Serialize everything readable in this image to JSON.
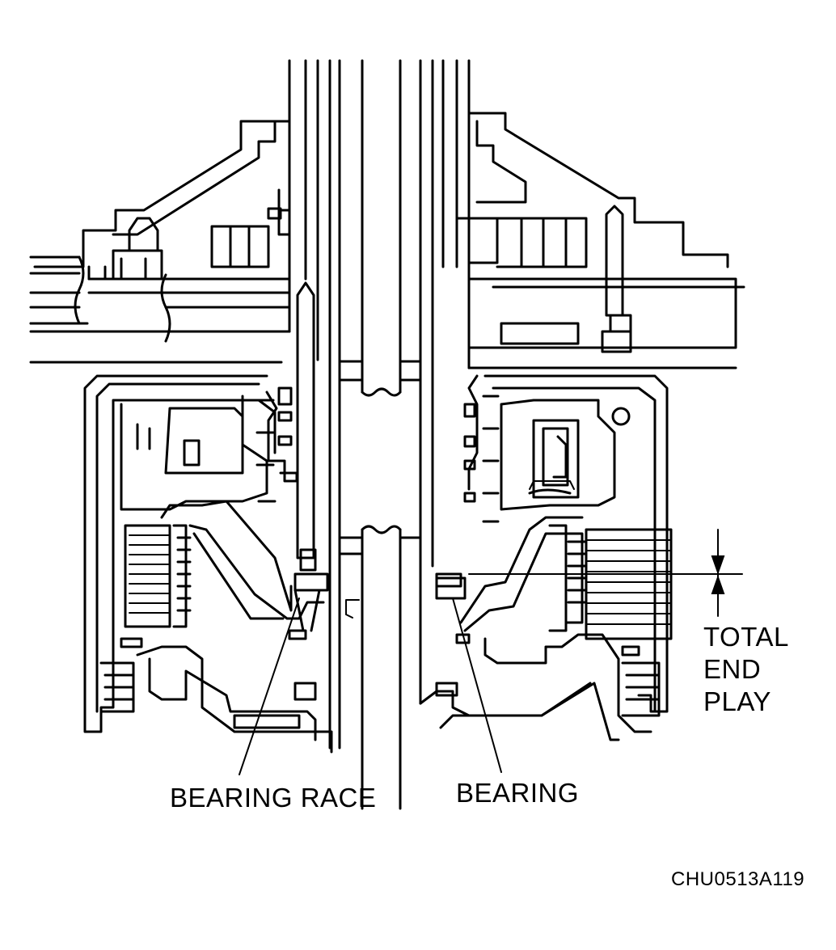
{
  "labels": {
    "bearing_race": "BEARING RACE",
    "bearing": "BEARING",
    "total_end_play_line1": "TOTAL",
    "total_end_play_line2": "END",
    "total_end_play_line3": "PLAY",
    "figure_code": "CHU0513A119"
  }
}
